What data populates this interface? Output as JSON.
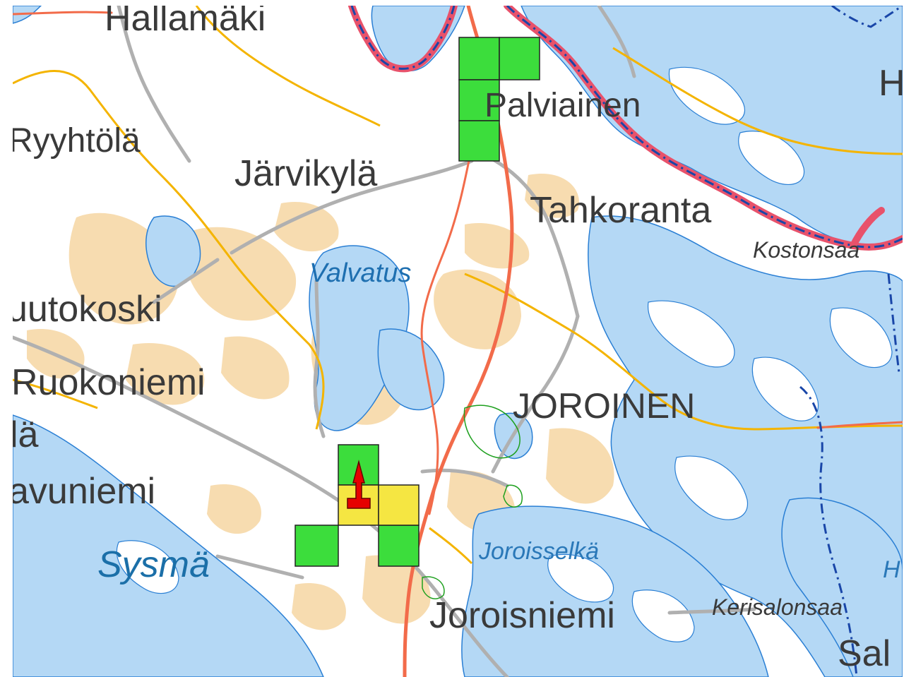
{
  "map": {
    "colors": {
      "water": "#b4d8f5",
      "water_outline": "#2a7fd4",
      "field": "#f7dcb0",
      "main_road": "#f26b4a",
      "regional_road": "#f4b400",
      "local_road": "#b0b0b0",
      "boundary": "#e8526b",
      "boundary_line": "#1946a8",
      "protected_area": "#3cdd3c",
      "planned_area": "#f5e642",
      "marker": "#e60000"
    },
    "marker": {
      "icon": "red-tower-marker"
    },
    "labels": {
      "hallamaki": "Hallamäki",
      "palviainen": "Palviainen",
      "ryyhtola": "Ryyhtölä",
      "jarvikyla": "Järvikylä",
      "tahkoranta": "Tahkoranta",
      "kostonsaari": "Kostonsaa",
      "valvatus": "Valvatus",
      "kutokoski": "uutokoski",
      "ruokoniemi": "Ruokoniemi",
      "la": "lä",
      "joroinen": "JOROINEN",
      "kavuniemi": "avuniemi",
      "sysma": "Sysmä",
      "joroisselka": "Joroisselkä",
      "kerisalonsaari": "Kerisalonsaa",
      "joroisniemi": "Joroisniemi",
      "sal": "Sal",
      "h_top": "H",
      "h_bottom": "H"
    }
  }
}
